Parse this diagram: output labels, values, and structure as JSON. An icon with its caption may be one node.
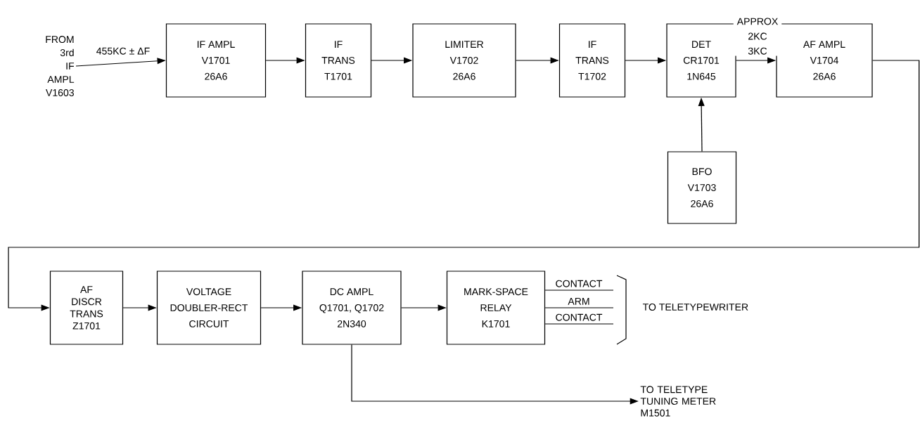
{
  "diagram": {
    "nodes": [
      {
        "text": [
          "FROM",
          "3rd",
          "IF",
          "AMPL",
          "V1603"
        ]
      },
      {
        "text": [
          "IF AMPL",
          "V1701",
          "26A6"
        ]
      },
      {
        "text": [
          "IF",
          "TRANS",
          "T1701"
        ]
      },
      {
        "text": [
          "LIMITER",
          "V1702",
          "26A6"
        ]
      },
      {
        "text": [
          "IF",
          "TRANS",
          "T1702"
        ]
      },
      {
        "text": [
          "DET",
          "CR1701",
          "1N645"
        ]
      },
      {
        "text": [
          "AF AMPL",
          "V1704",
          "26A6"
        ]
      },
      {
        "text": [
          "BFO",
          "V1703",
          "26A6"
        ]
      },
      {
        "text": [
          "AF",
          "DISCR",
          "TRANS",
          "Z1701"
        ]
      },
      {
        "text": [
          "VOLTAGE",
          "DOUBLER-RECT",
          "CIRCUIT"
        ]
      },
      {
        "text": [
          "DC AMPL",
          "Q1701, Q1702",
          "2N340"
        ]
      },
      {
        "text": [
          "MARK-SPACE",
          "RELAY",
          "K1701"
        ]
      },
      {
        "text": [
          "TO TELETYPEWRITER"
        ]
      },
      {
        "text": [
          "TO TELETYPE TUNING METER M1501"
        ]
      }
    ],
    "edges": [
      {
        "from": 0,
        "to": 1,
        "arrow": "to",
        "label": "455KC ± ΔF"
      },
      {
        "from": 1,
        "to": 2,
        "arrow": "to"
      },
      {
        "from": 2,
        "to": 3,
        "arrow": "to"
      },
      {
        "from": 3,
        "to": 4,
        "arrow": "to"
      },
      {
        "from": 4,
        "to": 5,
        "arrow": "to"
      },
      {
        "from": 5,
        "to": 6,
        "arrow": "to",
        "label": "APPROX 2KC 3KC"
      },
      {
        "from": 7,
        "to": 5,
        "arrow": "to"
      },
      {
        "from": 6,
        "to": 8,
        "arrow": "to"
      },
      {
        "from": 8,
        "to": 9,
        "arrow": "to"
      },
      {
        "from": 9,
        "to": 10,
        "arrow": "to"
      },
      {
        "from": 10,
        "to": 11,
        "arrow": "to"
      },
      {
        "from": 11,
        "to": 12,
        "arrow": "none",
        "label": "CONTACT"
      },
      {
        "from": 11,
        "to": 12,
        "arrow": "none",
        "label": "ARM"
      },
      {
        "from": 11,
        "to": 12,
        "arrow": "none",
        "label": "CONTACT"
      },
      {
        "from": 10,
        "to": 13,
        "arrow": "to"
      }
    ]
  }
}
